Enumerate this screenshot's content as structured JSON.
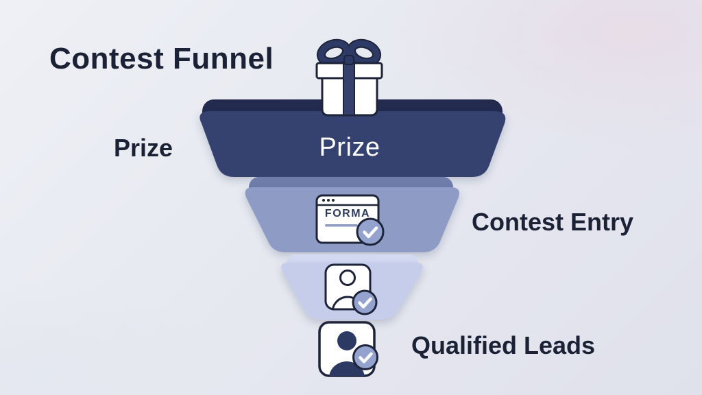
{
  "title": "Contest Funnel",
  "funnel": {
    "stages": [
      {
        "id": "prize",
        "tier_label": "Prize",
        "side_label": "Prize",
        "side": "left",
        "body_color": "#36426f",
        "lip_color": "#222b4e",
        "icon": "gift-icon"
      },
      {
        "id": "contest-entry",
        "side_label": "Contest Entry",
        "side": "right",
        "body_color": "#8e9cc5",
        "lip_color": "#6e7dab",
        "icon": "form-icon",
        "form_text": "FORMA"
      },
      {
        "id": "qualified-leads-tier",
        "side_label": "",
        "body_color": "#c5cdeb",
        "lip_color": "#d3daf2",
        "icon": "person-outline-icon"
      },
      {
        "id": "qualified-leads",
        "side_label": "Qualified Leads",
        "side": "right",
        "icon": "person-filled-icon"
      }
    ]
  },
  "icons": [
    "gift-icon",
    "form-icon",
    "person-outline-icon",
    "person-filled-icon",
    "check-badge-icon"
  ],
  "colors": {
    "text_dark": "#1b2236",
    "tier1_body": "#36426f",
    "tier1_lip": "#222b4e",
    "tier2_body": "#8e9cc5",
    "tier2_lip": "#6e7dab",
    "tier3_body": "#c5cdeb",
    "tier3_lip": "#d3daf2",
    "icon_outline": "#1d2338",
    "icon_navy": "#2e3a66",
    "badge_fill": "#94a2ce",
    "badge_check": "#ffffff",
    "forma_underline": "#8d9bc4",
    "tier1_text": "#ffffff"
  }
}
